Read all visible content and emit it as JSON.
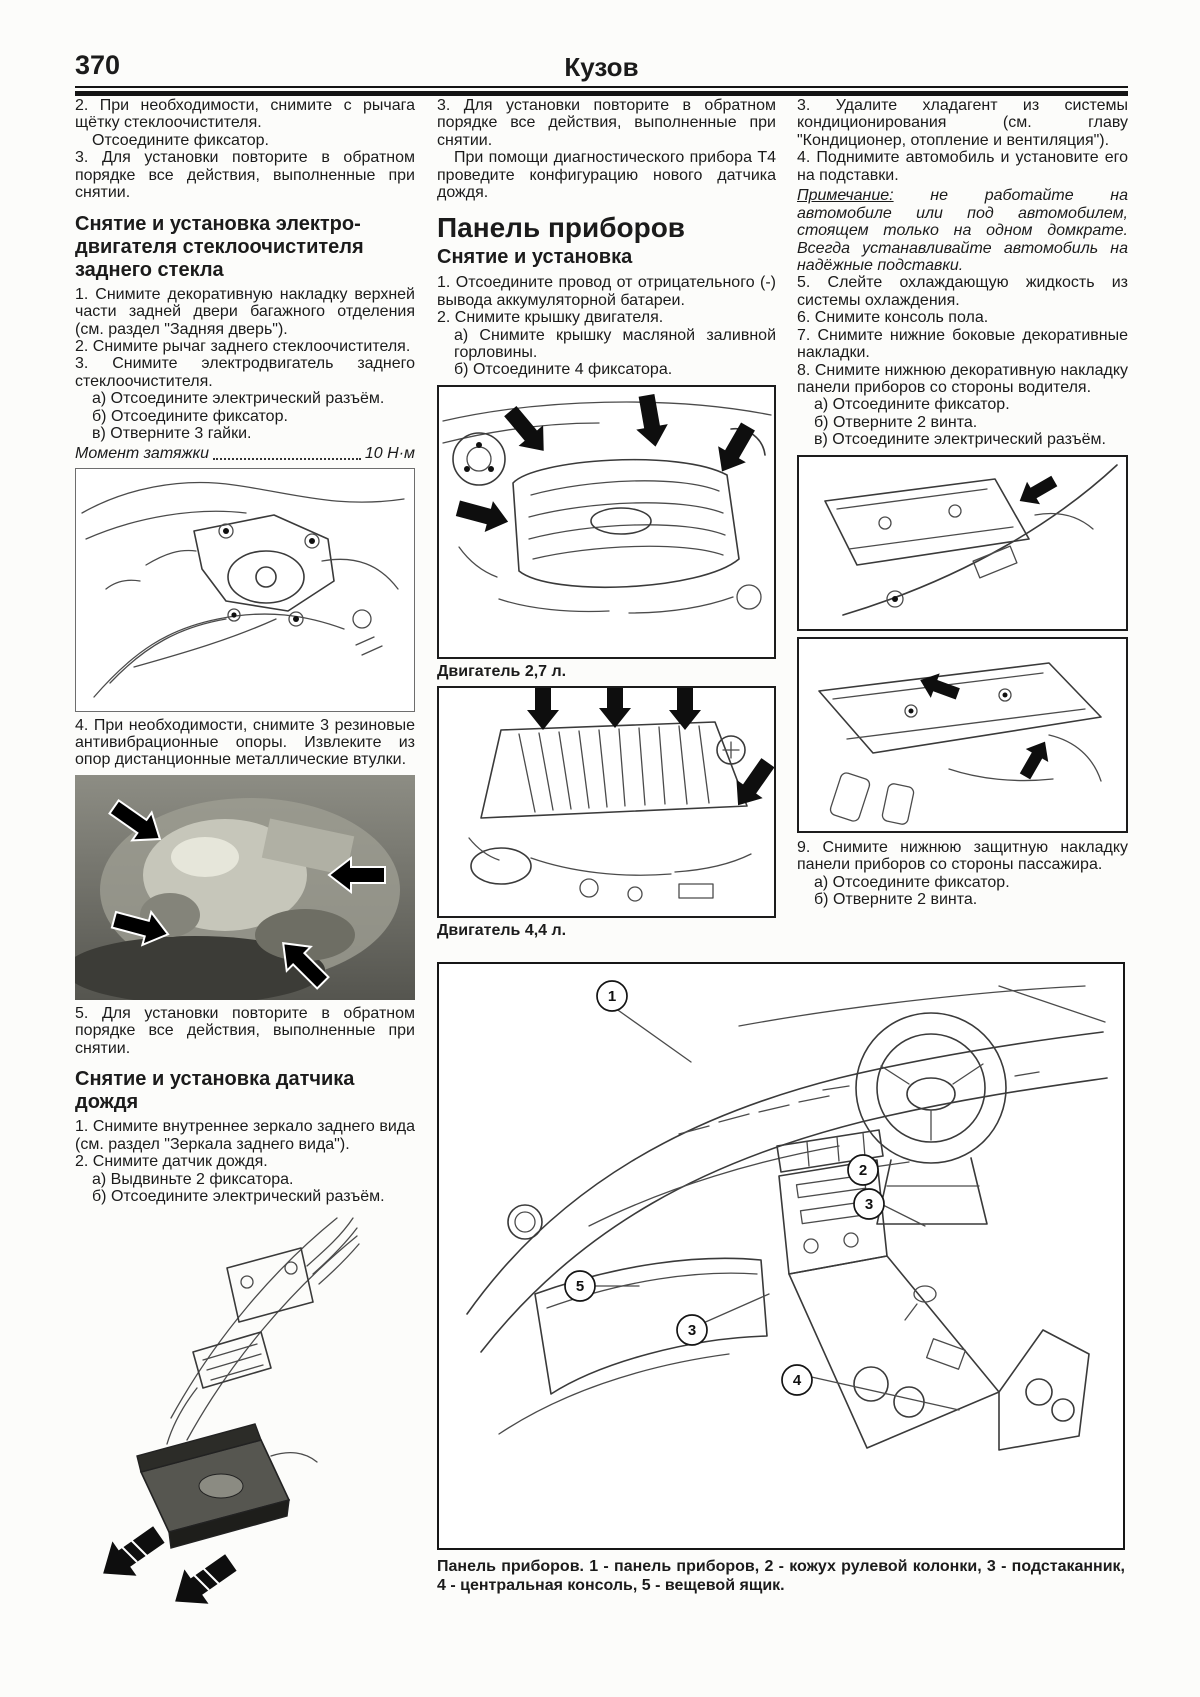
{
  "page": {
    "number": "370",
    "title": "Кузов"
  },
  "colors": {
    "ink": "#1b1b1b",
    "paper": "#fcfcfa",
    "rule": "#141414"
  },
  "col1": {
    "p0": "2. При необходимости, снимите с рычага щётку стеклоочистителя.",
    "p1": "Отсоедините фиксатор.",
    "p2": "3. Для установки повторите в обратном порядке все действия, выполненные при снятии.",
    "heading_wiper": "Снятие и установка электро-двигателя стеклоочистителя заднего стекла",
    "steps": [
      "1. Снимите декоративную накладку верхней части задней двери багажного отделения (см. раздел \"Задняя дверь\").",
      "2. Снимите рычаг заднего стеклоочистителя.",
      "3. Снимите электродвигатель заднего стеклоочистителя."
    ],
    "subs": [
      "а) Отсоедините электрический разъём.",
      "б) Отсоедините фиксатор.",
      "в) Отверните 3 гайки."
    ],
    "torque_label": "Момент затяжки",
    "torque_value": "10 Н·м",
    "step4": "4. При необходимости, снимите 3 резиновые антивибрационные опоры. Извлеките из опор дистанционные металлические втулки.",
    "step5": "5. Для установки повторите в обратном порядке все действия, выполненные при снятии.",
    "heading_rain": "Снятие и установка датчика дождя",
    "rain_steps": [
      "1. Снимите внутреннее зеркало заднего вида (см. раздел \"Зеркала заднего вида\").",
      "2. Снимите датчик дождя."
    ],
    "rain_subs": [
      "а) Выдвиньте 2 фиксатора.",
      "б) Отсоедините электрический разъём."
    ]
  },
  "col2": {
    "p0": "3. Для установки повторите в обратном порядке все действия, выполненные при снятии.",
    "p1": "При помощи диагностического прибора Т4 проведите конфигурацию нового датчика дождя.",
    "heading": "Панель приборов",
    "subheading": "Снятие и установка",
    "steps": [
      "1. Отсоедините провод от отрицательного (-) вывода аккумуляторной батареи.",
      "2. Снимите крышку двигателя."
    ],
    "subs": [
      "а) Снимите крышку масляной заливной горловины.",
      "б) Отсоедините 4 фиксатора."
    ],
    "fig27_label": "Двигатель 2,7 л.",
    "fig44_label": "Двигатель 4,4 л."
  },
  "col3": {
    "steps_a": [
      "3. Удалите хладагент из системы кондиционирования (см. главу \"Кондиционер, отопление и вентиляция\").",
      "4. Поднимите автомобиль и установите его на подставки."
    ],
    "note_label": "Примечание:",
    "note_text": " не работайте на автомобиле или под автомобилем, стоящем только на одном домкрате. Всегда устанавливайте автомобиль на надёжные подставки.",
    "steps_b": [
      "5. Слейте охлаждающую жидкость из системы охлаждения.",
      "6. Снимите консоль пола.",
      "7. Снимите нижние боковые декоративные накладки.",
      "8. Снимите нижнюю декоративную накладку панели приборов со стороны водителя."
    ],
    "subs8": [
      "а) Отсоедините фиксатор.",
      "б) Отверните 2 винта.",
      "в) Отсоедините электрический разъём."
    ],
    "step9": "9. Снимите нижнюю защитную накладку панели приборов со стороны пассажира.",
    "subs9": [
      "а) Отсоедините фиксатор.",
      "б) Отверните 2 винта."
    ]
  },
  "dashboard": {
    "caption": "Панель приборов. 1 - панель приборов, 2 - кожух рулевой колонки, 3 - подстаканник, 4 - центральная консоль, 5 - вещевой ящик.",
    "callouts": [
      "1",
      "2",
      "3",
      "5",
      "3",
      "4"
    ]
  }
}
